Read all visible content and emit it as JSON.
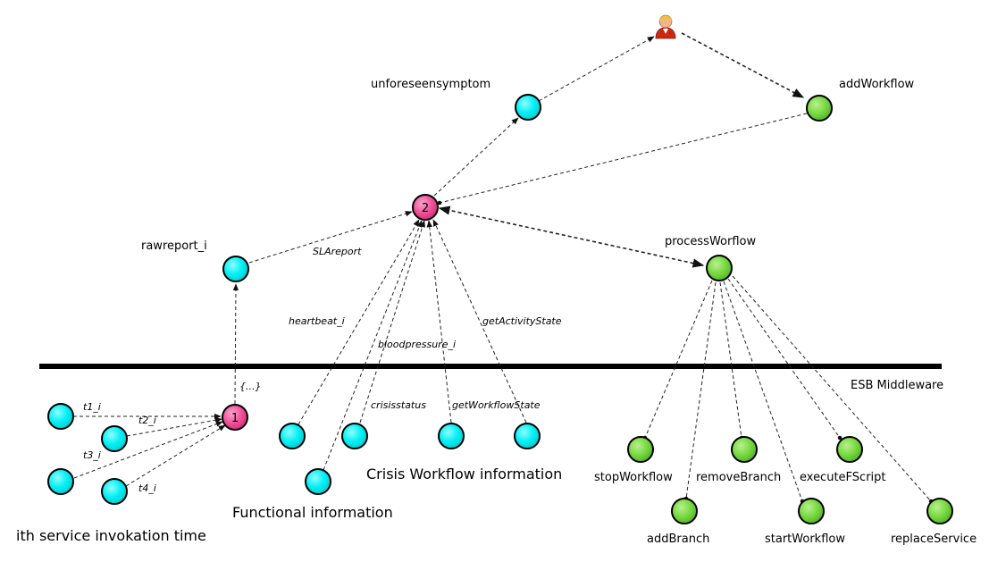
{
  "colors": {
    "data_node": "#00f0f4",
    "action_node": "#77d941",
    "decision_node": "#f0529b",
    "node_stroke": "#000000",
    "divider": "#000000"
  },
  "user_icon": "user-avatar-icon",
  "nodes": {
    "user": {
      "label": ""
    },
    "unforeseensymptom": {
      "label": "unforeseensymptom"
    },
    "addWorkflow": {
      "label": "addWorkflow"
    },
    "decision2": {
      "label": "2"
    },
    "rawreport_i": {
      "label": "rawreport_i"
    },
    "processWorflow": {
      "label": "processWorflow"
    },
    "decision1": {
      "label": "1"
    },
    "t1": {
      "label": ""
    },
    "t2": {
      "label": ""
    },
    "t3": {
      "label": ""
    },
    "t4": {
      "label": ""
    },
    "heartbeat": {
      "label": ""
    },
    "bloodpressure": {
      "label": ""
    },
    "crisisstatus": {
      "label": ""
    },
    "getWorkflowState": {
      "label": ""
    },
    "getActivityState": {
      "label": ""
    },
    "stopWorkflow": {
      "label": "stopWorkflow"
    },
    "removeBranch": {
      "label": "removeBranch"
    },
    "executeFScript": {
      "label": "executeFScript"
    },
    "addBranch": {
      "label": "addBranch"
    },
    "startWorkflow": {
      "label": "startWorkflow"
    },
    "replaceService": {
      "label": "replaceService"
    }
  },
  "edge_labels": {
    "t1": "t1_i",
    "t2": "t2_i",
    "t3": "t3_i",
    "t4": "t4_i",
    "set": "{...}",
    "sla": "SLAreport",
    "heartbeat": "heartbeat_i",
    "bloodpressure": "bloodpressure_i",
    "crisisstatus": "crisisstatus",
    "getWorkflowState": "getWorkflowState",
    "getActivityState": "getActivityState"
  },
  "regions": {
    "esb": "ESB Middleware",
    "crisis": "Crisis Workflow information",
    "functional": "Functional information",
    "invocation": "ith service invokation time"
  }
}
